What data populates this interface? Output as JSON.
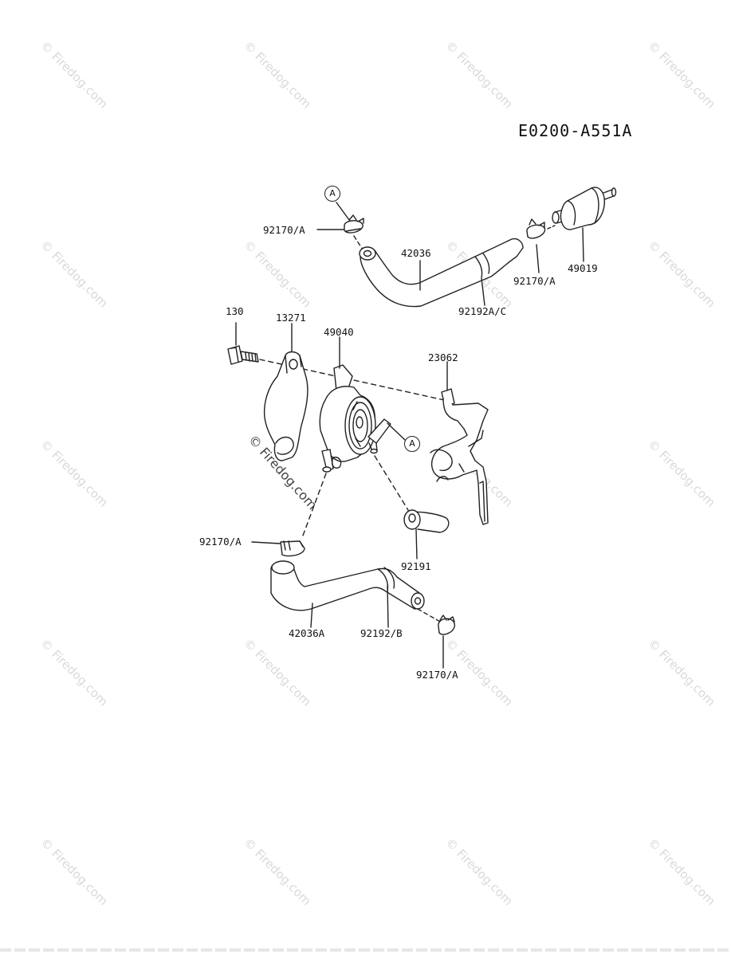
{
  "diagram_code": "E0200-A551A",
  "watermark": "© Firedog.com",
  "callout_letter": "A",
  "part_labels": {
    "p92170A_top_left": "92170/A",
    "p42036": "42036",
    "p92170A_top_right": "92170/A",
    "p49019": "49019",
    "p92192AC": "92192A/C",
    "p130": "130",
    "p13271": "13271",
    "p49040": "49040",
    "p23062": "23062",
    "p92170A_mid_left": "92170/A",
    "p92191": "92191",
    "p42036A": "42036A",
    "p92192B": "92192/B",
    "p92170A_bottom": "92170/A"
  },
  "colors": {
    "line": "#222222",
    "watermark": "#d9d9d9"
  }
}
